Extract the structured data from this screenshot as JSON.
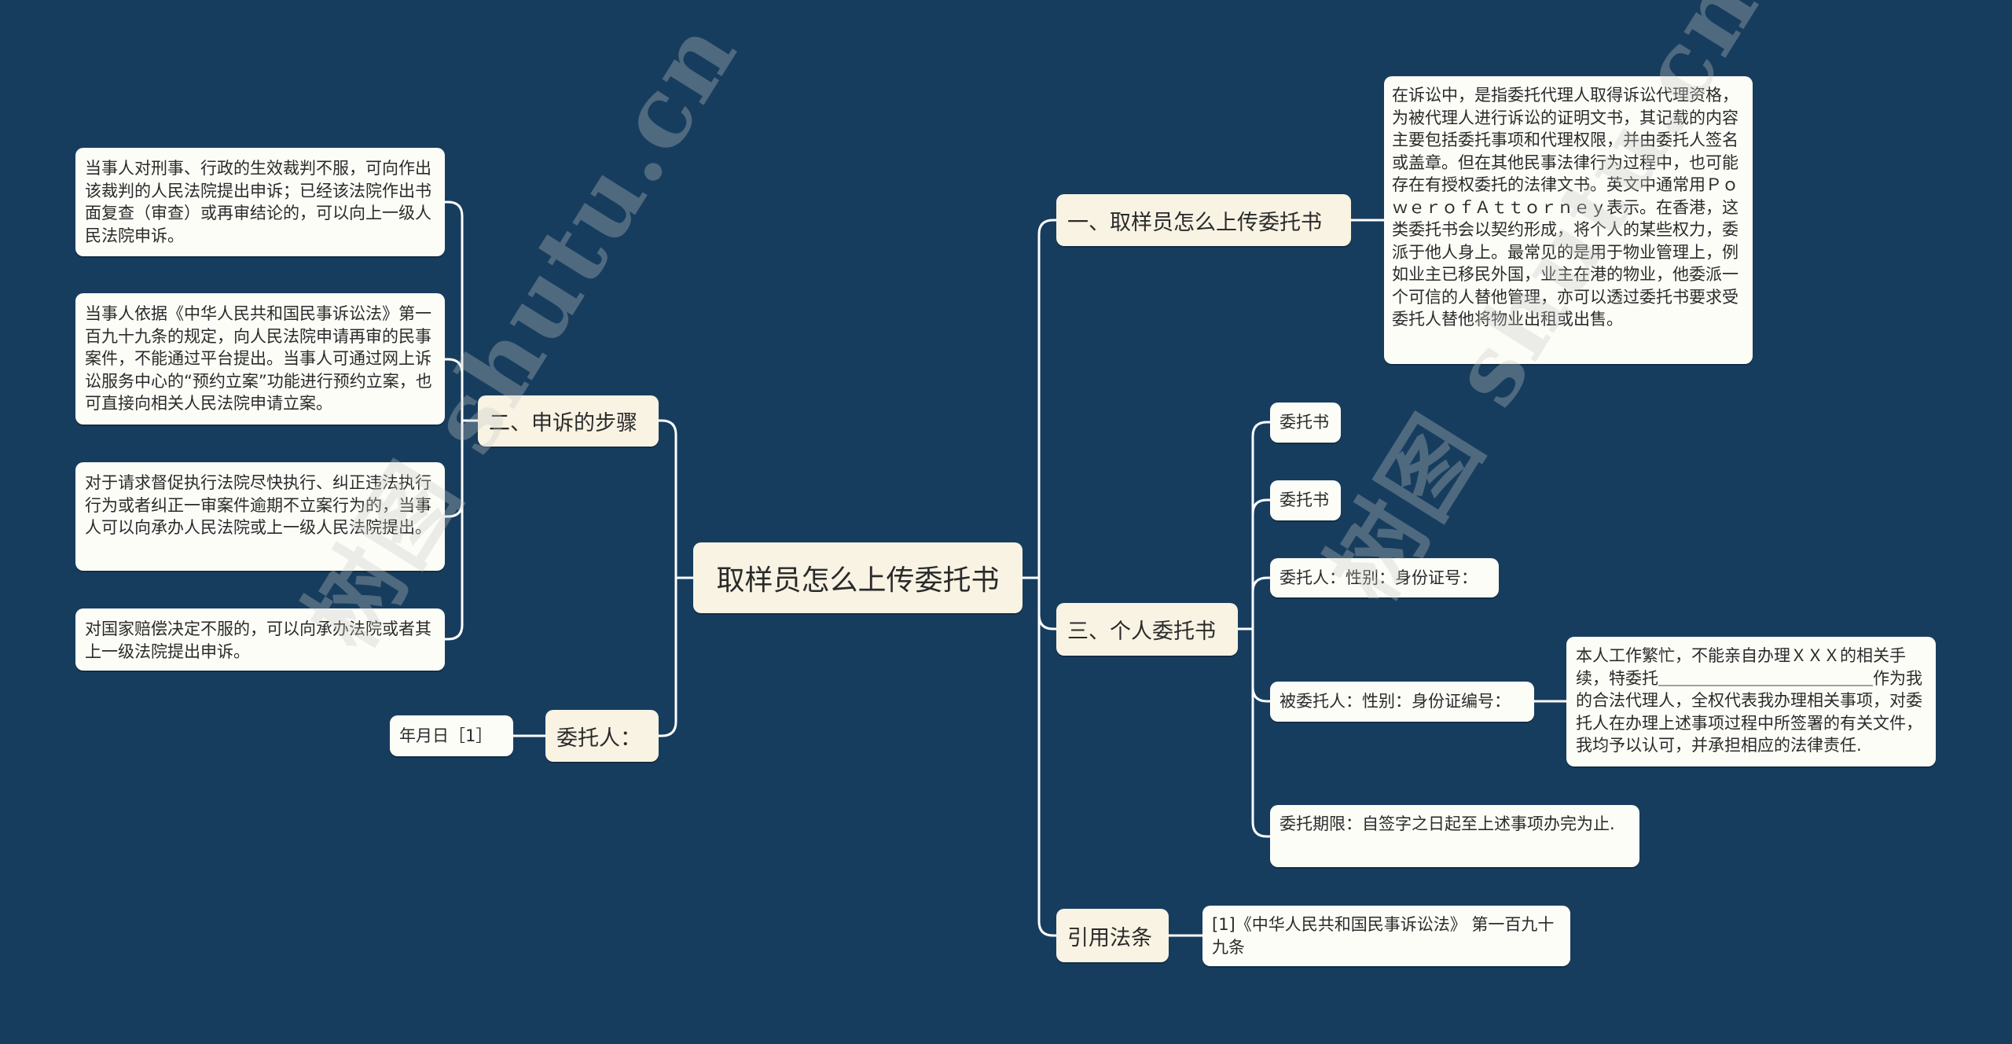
{
  "root": {
    "label": "取样员怎么上传委托书"
  },
  "branches": {
    "b1": {
      "label": "一、取样员怎么上传委托书",
      "detail": "在诉讼中，是指委托代理人取得诉讼代理资格，为被代理人进行诉讼的证明文书，其记载的内容主要包括委托事项和代理权限，并由委托人签名或盖章。但在其他民事法律行为过程中，也可能存在有授权委托的法律文书。英文中通常用ＰｏｗｅｒｏｆＡｔｔｏｒｎｅｙ表示。在香港，这类委托书会以契约形成，将个人的某些权力，委派于他人身上。最常见的是用于物业管理上，例如业主已移民外国，业主在港的物业，他委派一个可信的人替他管理，亦可以透过委托书要求受委托人替他将物业出租或出售。"
    },
    "b2": {
      "label": "二、申诉的步骤",
      "items": [
        "当事人对刑事、行政的生效裁判不服，可向作出该裁判的人民法院提出申诉；已经该法院作出书面复查（审查）或再审结论的，可以向上一级人民法院申诉。",
        "当事人依据《中华人民共和国民事诉讼法》第一百九十九条的规定，向人民法院申请再审的民事案件，不能通过平台提出。当事人可通过网上诉讼服务中心的“预约立案”功能进行预约立案，也可直接向相关人民法院申请立案。",
        "对于请求督促执行法院尽快执行、纠正违法执行行为或者纠正一审案件逾期不立案行为的，当事人可以向承办人民法院或上一级人民法院提出。",
        "对国家赔偿决定不服的，可以向承办法院或者其上一级法院提出申诉。"
      ]
    },
    "b3": {
      "label": "三、个人委托书",
      "items": [
        "委托书",
        "委托书",
        "委托人：性别：身份证号：",
        "被委托人：性别：身份证编号：",
        "委托期限：自签字之日起至上述事项办完为止."
      ],
      "trustee_detail": "本人工作繁忙，不能亲自办理ＸＸＸ的相关手续，特委托＿＿＿＿＿＿＿＿＿＿＿＿＿作为我的合法代理人，全权代表我办理相关事项，对委托人在办理上述事项过程中所签署的有关文件，我均予以认可，并承担相应的法律责任."
    },
    "b4": {
      "label": "委托人：",
      "detail": "年月日［1］"
    },
    "b5": {
      "label": "引用法条",
      "detail": "[1]《中华人民共和国民事诉讼法》 第一百九十九条"
    }
  },
  "watermark": {
    "text": "树图 shutu.cn"
  },
  "colors": {
    "background": "#173d5e",
    "main_node": "#f8f3e3",
    "leaf_node": "#fdfdf8",
    "connector": "#ffffff",
    "text": "#2a2a2a"
  }
}
